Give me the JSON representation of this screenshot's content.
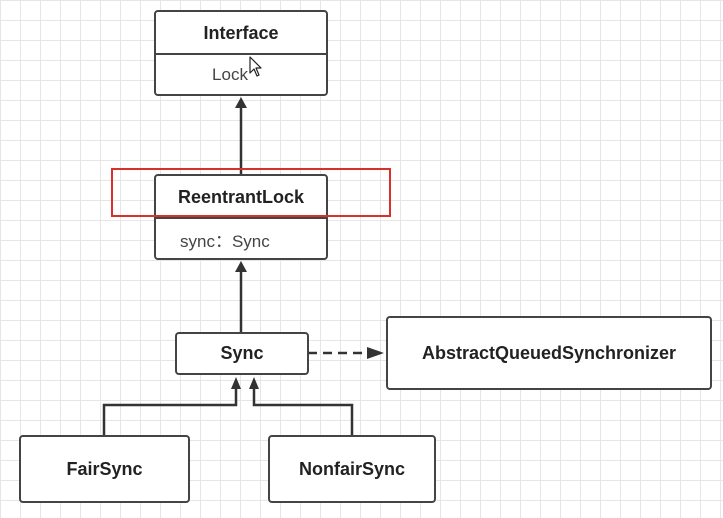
{
  "diagram": {
    "nodes": {
      "interface": {
        "stereotype": "Interface",
        "name": "Lock"
      },
      "reentrant_lock": {
        "name": "ReentrantLock",
        "member": "sync：Sync"
      },
      "sync": {
        "name": "Sync"
      },
      "aqs": {
        "name": "AbstractQueuedSynchronizer"
      },
      "fair_sync": {
        "name": "FairSync"
      },
      "nonfair_sync": {
        "name": "NonfairSync"
      }
    },
    "relations": [
      {
        "from": "ReentrantLock",
        "to": "Lock",
        "type": "realization"
      },
      {
        "from": "Sync",
        "to": "ReentrantLock",
        "type": "association"
      },
      {
        "from": "Sync",
        "to": "AbstractQueuedSynchronizer",
        "type": "dependency",
        "line": "dashed"
      },
      {
        "from": "FairSync",
        "to": "Sync",
        "type": "inheritance"
      },
      {
        "from": "NonfairSync",
        "to": "Sync",
        "type": "inheritance"
      }
    ],
    "highlight_color": "#d9302c"
  }
}
